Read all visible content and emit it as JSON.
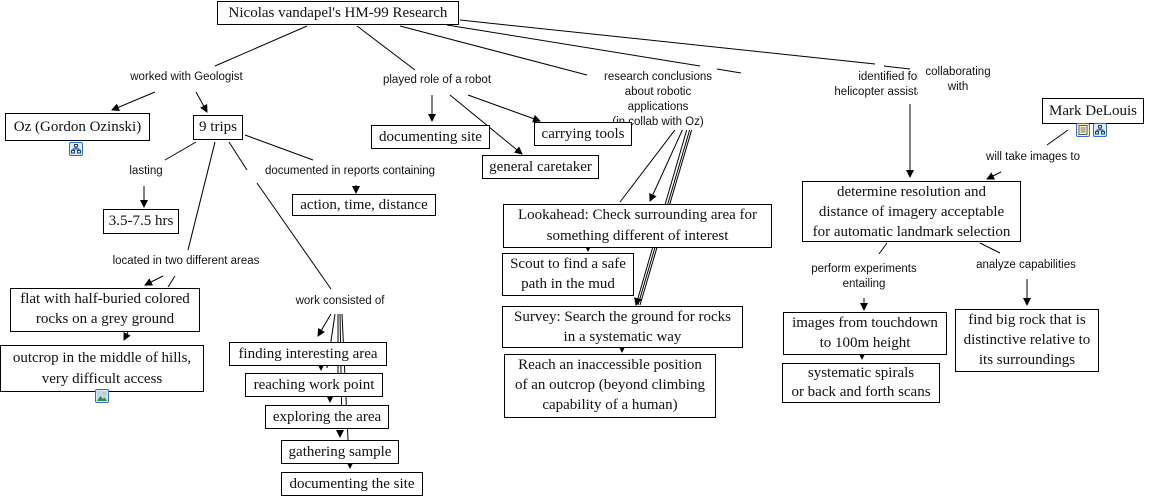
{
  "title": "Nicolas vandapel's HM-99 Research",
  "nodes": {
    "root": "Nicolas vandapel's HM-99 Research",
    "oz": "Oz (Gordon Ozinski)",
    "trips": "9 trips",
    "hours": "3.5-7.5 hrs",
    "atd": "action, time, distance",
    "flat": "flat with half-buried colored\nrocks on a grey ground",
    "outcrop": "outcrop in the middle of hills,\nvery difficult access",
    "w1": "finding interesting area",
    "w2": "reaching work point",
    "w3": "exploring the area",
    "w4": "gathering sample",
    "w5": "documenting the site",
    "docsite": "documenting site",
    "tools": "carrying tools",
    "caretaker": "general caretaker",
    "lookahead": "Lookahead:  Check surrounding area for\nsomething different of interest",
    "scout": "Scout to find a safe\npath in the mud",
    "survey": "Survey: Search the ground for rocks\nin a systematic way",
    "reach": "Reach an inaccessible position\nof an outcrop (beyond climbing\ncapability of a human)",
    "mark": "Mark DeLouis",
    "determine": "determine resolution and\ndistance of imagery acceptable\nfor automatic landmark selection",
    "images": "images from touchdown\nto 100m height",
    "spirals": "systematic spirals\nor back and forth scans",
    "bigrock": "find big rock that is\ndistinctive relative to\nits surroundings"
  },
  "links": {
    "geologist": "worked with Geologist",
    "robot": "played role of a robot",
    "conclusions": "research conclusions\nabout robotic applications\n(in collab with Oz)",
    "followup": "identified follow-up\nhelicopter assistance issues",
    "collab": "collaborating with",
    "lasting": "lasting",
    "reports": "documented in reports containing",
    "located": "located in two different areas",
    "work": "work consisted of",
    "takeimages": "will take images to",
    "experiments": "perform experiments\nentailing",
    "analyze": "analyze capabilities"
  },
  "icons": {
    "oz_submap": "concept-map-icon",
    "outcrop_image": "image-icon",
    "mark_doc": "document-icon",
    "mark_submap": "concept-map-icon"
  },
  "colors": {
    "icon_border": "#2a6fc9",
    "icon_fill": "#dfeaf8",
    "line": "#000000"
  }
}
